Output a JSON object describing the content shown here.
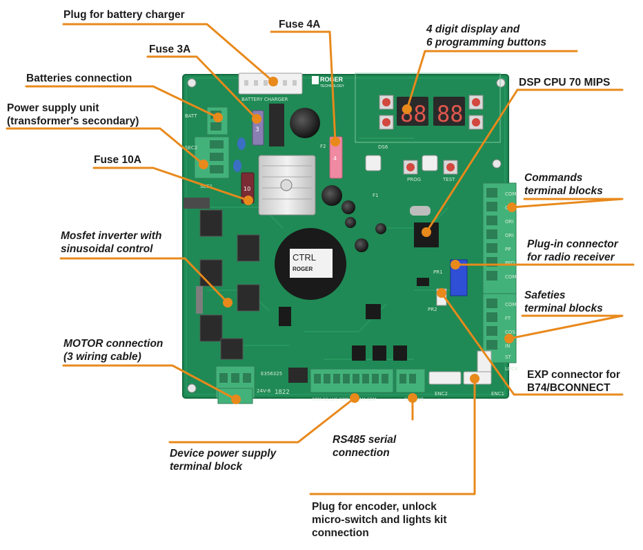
{
  "colors": {
    "pcb": "#1f8a55",
    "pcb_dark": "#146b40",
    "terminal": "#43b27a",
    "leader": "#e8891b"
  },
  "labels": {
    "plug_battery_charger": "Plug for battery charger",
    "fuse_4a": "Fuse 4A",
    "display_buttons": [
      "4 digit display and",
      "6 programming buttons"
    ],
    "fuse_3a": "Fuse 3A",
    "dsp_cpu": "DSP CPU 70 MIPS",
    "batteries_connection": "Batteries connection",
    "power_supply_unit": [
      "Power supply unit",
      "(transformer's secondary)"
    ],
    "fuse_10a": "Fuse 10A",
    "commands_terminal": [
      "Commands",
      "terminal blocks"
    ],
    "mosfet_inverter": [
      "Mosfet inverter with",
      "sinusoidal control"
    ],
    "plugin_radio": [
      "Plug-in connector",
      "for radio receiver"
    ],
    "safeties_terminal": [
      "Safeties",
      "terminal blocks"
    ],
    "motor_connection": [
      "MOTOR connection",
      "(3 wiring cable)"
    ],
    "exp_connector": [
      "EXP connector for",
      "B74/BCONNECT"
    ],
    "rs485": [
      "RS485 serial",
      "connection"
    ],
    "device_power_supply": [
      "Device power supply",
      "terminal block"
    ],
    "encoder_plug": [
      "Plug for encoder, unlock",
      "micro-switch and lights kit",
      "connection"
    ]
  },
  "board": {
    "brand": "ROGER",
    "brand_sub": "TECHNOLOGY",
    "battery_charger_silk": "BATTERY CHARGER",
    "ctrl_label": "CTRL",
    "ctrl_brand": "ROGER",
    "display_left": "88",
    "display_right": "88",
    "prog_label": "PROG",
    "test_label": "TEST",
    "f1": "F1",
    "f2": "F2",
    "pr1": "PR1",
    "pr2": "PR2",
    "sec1": "SEC1",
    "sec2": "SEC2",
    "batt": "BATT",
    "enc1": "ENC1",
    "enc2": "ENC2",
    "lock": "LOCK",
    "ds6": "DS6",
    "fuse3_text": "3",
    "fuse10_text": "10",
    "fuse4_text": "4",
    "bottom_silk": "COM SC LUC COM   ES LAM COM",
    "rs485_silk": "COM LNB",
    "cmd_silk": [
      "COM",
      "ORI",
      "ORI",
      "ORI",
      "PP",
      "PED",
      "COM"
    ],
    "safety_silk": [
      "COM",
      "FT",
      "COS",
      "IN",
      "ST"
    ],
    "date_code": "1822",
    "code_24v": "24V-8",
    "e_code": "E356325"
  }
}
